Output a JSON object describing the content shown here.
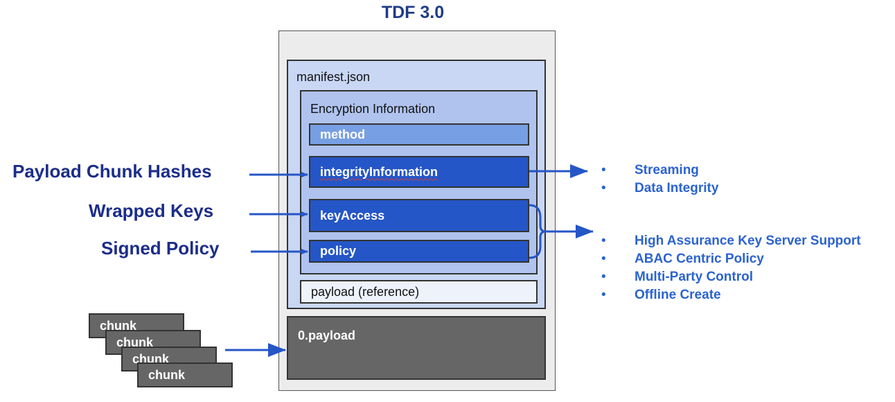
{
  "title": "TDF 3.0",
  "manifest_label": "manifest.json",
  "encryption_label": "Encryption Information",
  "fields": {
    "method": "method",
    "integrity": "integrityInformation",
    "key_access": "keyAccess",
    "policy": "policy"
  },
  "payload_reference": "payload (reference)",
  "payload_file": "0.payload",
  "chunk_label": "chunk",
  "left_labels": {
    "payload_chunk_hashes": "Payload Chunk Hashes",
    "wrapped_keys": "Wrapped Keys",
    "signed_policy": "Signed Policy"
  },
  "features_integrity": [
    "Streaming",
    "Data Integrity"
  ],
  "features_keys": [
    "High Assurance Key Server Support",
    "ABAC Centric Policy",
    "Multi-Party Control",
    "Offline Create"
  ],
  "colors": {
    "accent_blue": "#2556c7",
    "label_navy": "#1c2d8a",
    "feature_blue": "#2b63cf"
  }
}
